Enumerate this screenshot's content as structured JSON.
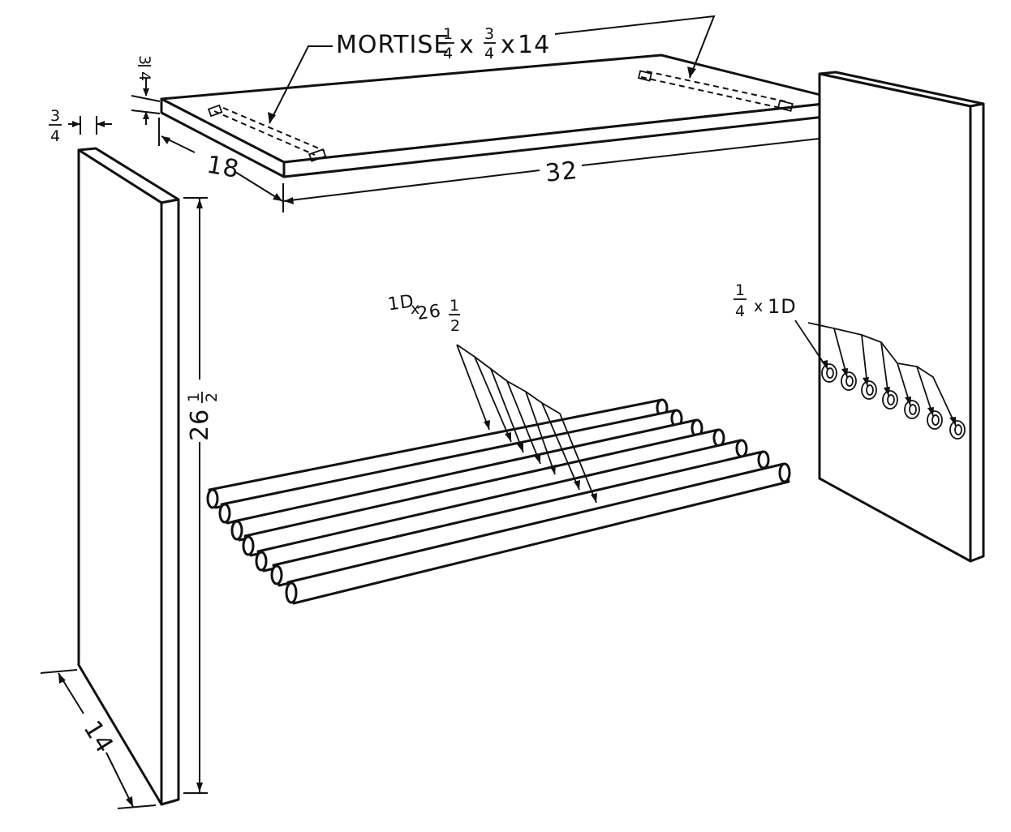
{
  "labels": {
    "mortise_prefix": "MORTISE",
    "mortise_a_num": "1",
    "mortise_a_den": "4",
    "mortise_x1": "x",
    "mortise_b_num": "3",
    "mortise_b_den": "4",
    "mortise_x2": "x",
    "mortise_len": "14",
    "top_thickness_num": "3",
    "top_thickness_den": "4",
    "side_thickness_num": "3",
    "side_thickness_den": "4",
    "top_depth": "18",
    "top_length": "32",
    "side_height_whole": "26",
    "side_height_num": "1",
    "side_height_den": "2",
    "side_width": "14",
    "dowel_dia": "1D",
    "dowel_x": "x",
    "dowel_len_whole": "26",
    "dowel_len_num": "1",
    "dowel_len_den": "2",
    "hole_num": "1",
    "hole_den": "4",
    "hole_x": "x",
    "hole_dia": "1D"
  },
  "counts": {
    "dowels": 7,
    "holes": 7
  }
}
